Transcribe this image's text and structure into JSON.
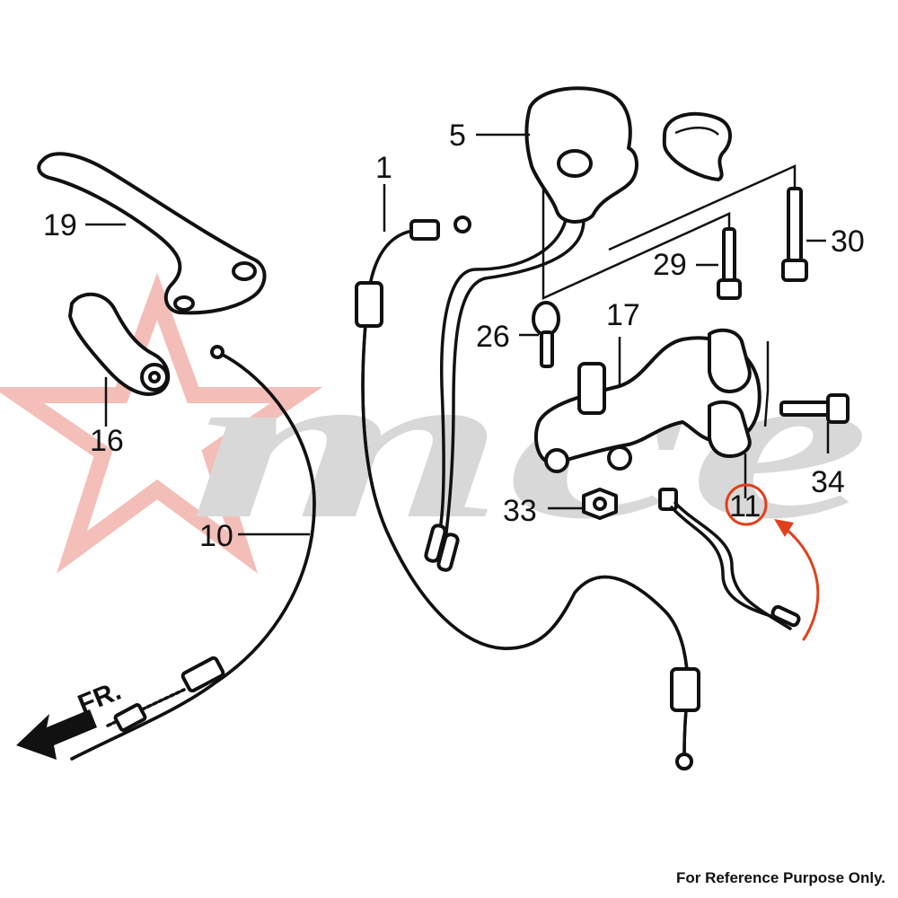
{
  "colors": {
    "ink": "#111111",
    "highlight": "#e2401c",
    "watermark": "#cfcfcf",
    "watermark_star": "#f2b8b0"
  },
  "watermark_text": "mce",
  "direction_label": "FR.",
  "callouts": {
    "p1": "1",
    "p5": "5",
    "p10": "10",
    "p11": "11",
    "p16": "16",
    "p17": "17",
    "p19": "19",
    "p26": "26",
    "p29": "29",
    "p30": "30",
    "p33": "33",
    "p34": "34"
  },
  "highlighted_part": "11",
  "footer_note": "For Reference Purpose Only."
}
